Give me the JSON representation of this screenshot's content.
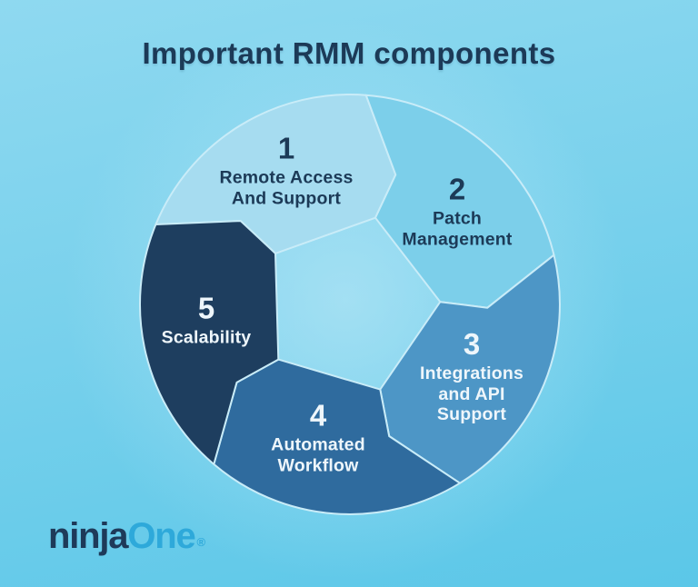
{
  "title": "Important RMM components",
  "diagram": {
    "type": "circular-pinwheel-cycle",
    "segments": [
      {
        "number": "1",
        "label": "Remote Access\nAnd Support",
        "color": "#a6dcf0",
        "text_color": "#1c3a57"
      },
      {
        "number": "2",
        "label": "Patch\nManagement",
        "color": "#7ccfea",
        "text_color": "#1c3a57"
      },
      {
        "number": "3",
        "label": "Integrations\nand API\nSupport",
        "color": "#4d96c6",
        "text_color": "#eef6fb"
      },
      {
        "number": "4",
        "label": "Automated\nWorkflow",
        "color": "#2f6b9e",
        "text_color": "#eef6fb"
      },
      {
        "number": "5",
        "label": "Scalability",
        "color": "#1e3e5f",
        "text_color": "#eef6fb"
      }
    ]
  },
  "logo": {
    "part1": "ninja",
    "part2": "One",
    "registered": "®",
    "part1_color": "#1e3a59",
    "part2_color": "#2ea9da"
  },
  "colors": {
    "title_text": "#1c3a57",
    "segment_border": "#c9ecf8",
    "background_top": "#8fd9f0",
    "background_bottom": "#5bc7e8"
  }
}
